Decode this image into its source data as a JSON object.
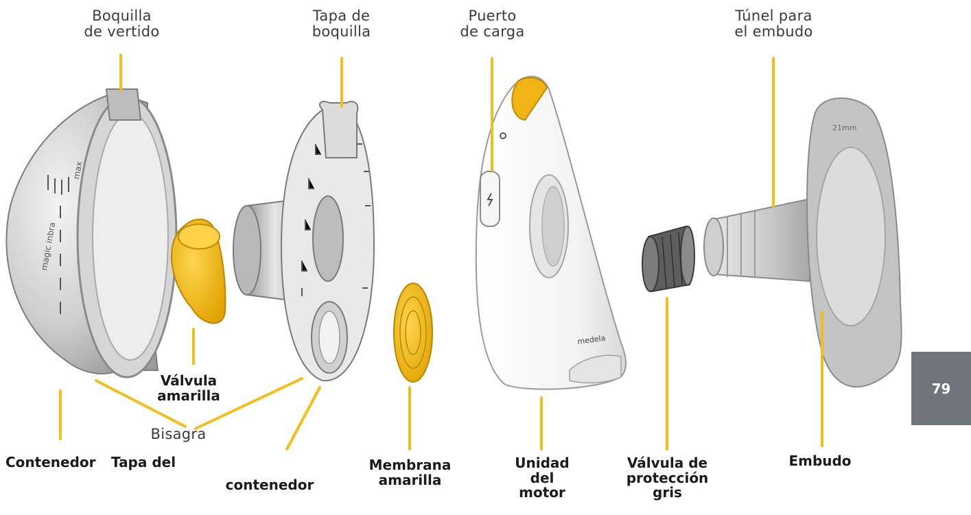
{
  "colors": {
    "leader_line": "#f2be1a",
    "yellow_part": "#f0b414",
    "grey_part": "#c9c9c9",
    "page_tab_bg": "#6f757b",
    "page_tab_text": "#ffffff"
  },
  "labels": {
    "boquilla_vertido": [
      "Boquilla",
      "de vertido"
    ],
    "tapa_boquilla": [
      "Tapa de",
      "boquilla"
    ],
    "puerto_carga": [
      "Puerto",
      "de carga"
    ],
    "tunel_embudo": [
      "Túnel para",
      "el embudo"
    ],
    "valvula_amarilla": [
      "Válvula",
      "amarilla"
    ],
    "bisagra": "Bisagra",
    "contenedor": "Contenedor",
    "tapa_del": "Tapa del",
    "tapa_del_2": "contenedor",
    "membrana_amarilla": [
      "Membrana",
      "amarilla"
    ],
    "unidad_motor": [
      "Unidad",
      "del",
      "motor"
    ],
    "valvula_proteccion": [
      "Válvula de",
      "protección",
      "gris"
    ],
    "embudo": "Embudo"
  },
  "product_text": {
    "scale_text": "magic inbra",
    "max_text": "max",
    "device_brand": "medela",
    "funnel_size": "21mm"
  },
  "page_number": "79"
}
